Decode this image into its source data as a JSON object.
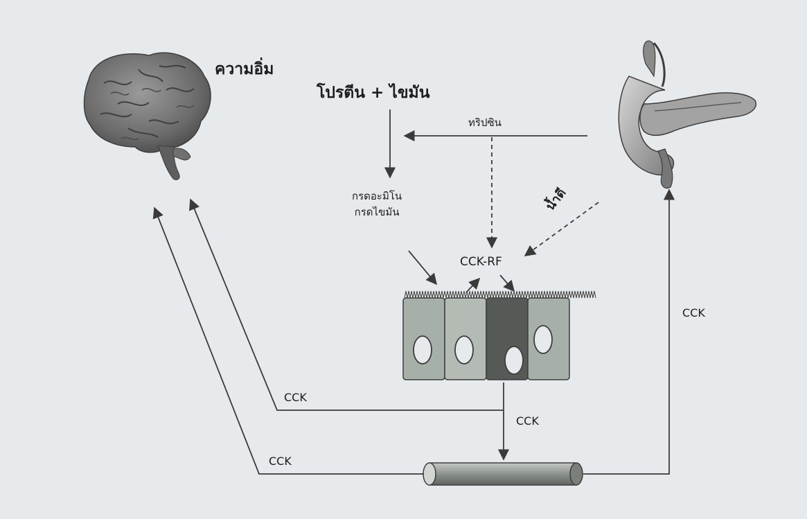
{
  "labels": {
    "satiety": "ความอิ่ม",
    "nutrients": "โปรตีน + ไขมัน",
    "trypsin": "ทริปซิน",
    "amino_acids": "กรดอะมิโน",
    "fatty_acids": "กรดไขมัน",
    "bile": "น้ำดี",
    "cck_rf": "CCK-RF",
    "cck_right": "CCK",
    "cck_mid": "CCK",
    "cck_bottom": "CCK",
    "cck_lower": "CCK"
  },
  "icons": {
    "brain": "brain-icon",
    "pancreas": "pancreas-gallbladder-icon",
    "cells": "intestinal-epithelial-cells",
    "tube": "intestine-tube"
  },
  "colors": {
    "background": "#e7eaec",
    "arrow": "#3a3a3a",
    "brain": "#6f6f6f",
    "cell_fill": "#a7afa9",
    "cell_dark": "#555a57",
    "tube": "#8c928d"
  }
}
